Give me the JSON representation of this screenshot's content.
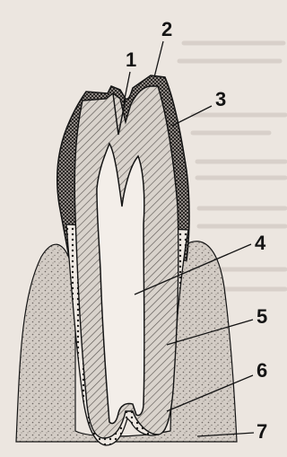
{
  "labels": [
    "1",
    "2",
    "3",
    "4",
    "5",
    "6",
    "7"
  ],
  "colors": {
    "paper": "#ece6e0",
    "ink": "#141414",
    "bone": "#d3ccc5",
    "dentin": "#d9d3cc",
    "enamel": "#7d7774",
    "text_ghost": "#d0c8c1"
  }
}
